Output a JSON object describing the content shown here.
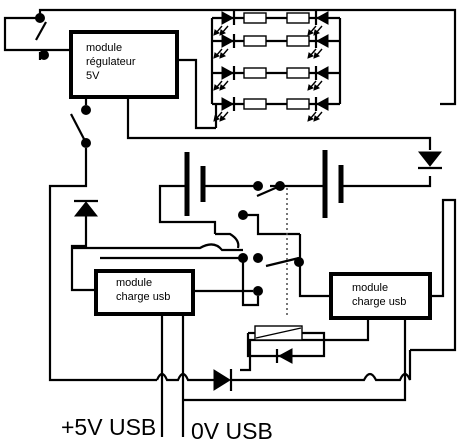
{
  "modules": {
    "regulator": "module\nrégulateur\n5V",
    "charge_left": "module\ncharge usb",
    "charge_right": "module\ncharge usb"
  },
  "terminals": {
    "plus": "+5V USB",
    "zero": "0V USB"
  }
}
